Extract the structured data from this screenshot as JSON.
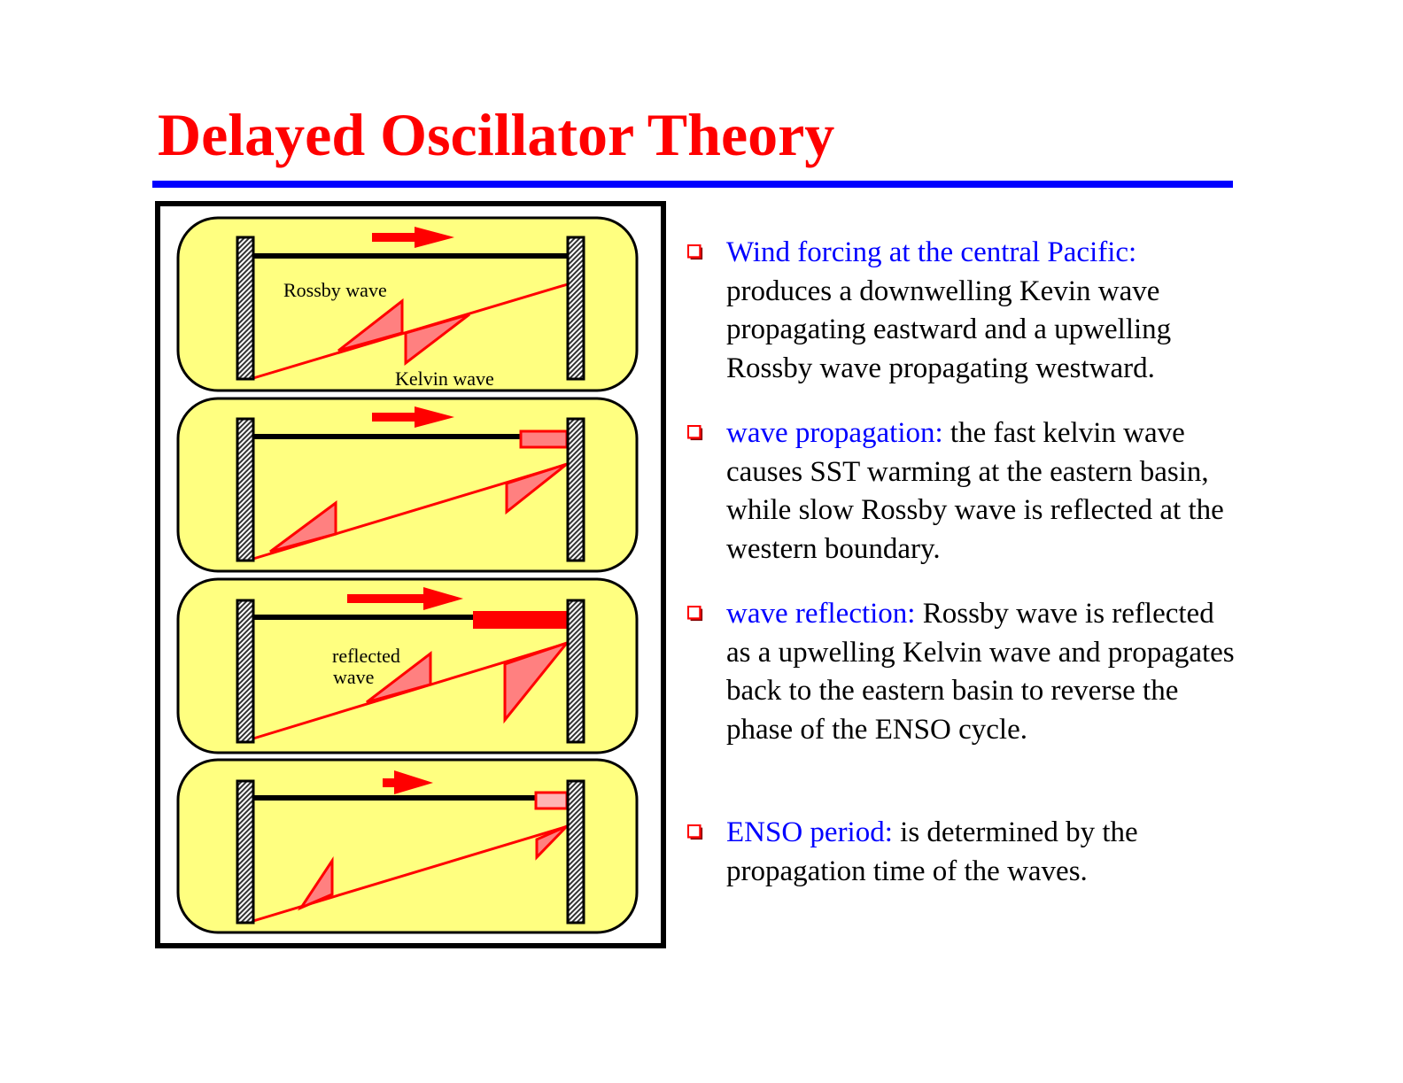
{
  "title": "Delayed Oscillator Theory",
  "diagram": {
    "labels": {
      "rossby": "Rossby wave",
      "kelvin": "Kelvin wave",
      "reflected_1": "reflected",
      "reflected_2": "wave"
    }
  },
  "bullets": [
    {
      "keyword": "Wind forcing at the central Pacific:",
      "text": "produces a downwelling Kevin wave propagating eastward and a upwelling Rossby wave propagating westward."
    },
    {
      "keyword": "wave propagation:",
      "text": " the fast kelvin wave causes SST warming at the eastern basin, while slow Rossby wave is reflected at the western boundary."
    },
    {
      "keyword": "wave reflection:",
      "text": " Rossby wave is reflected as a upwelling Kelvin wave and propagates back to the eastern basin to reverse the phase of the ENSO cycle."
    },
    {
      "keyword": "ENSO period:",
      "text": " is determined by the propagation time of the waves."
    }
  ],
  "colors": {
    "title": "#ff0000",
    "rule": "#0000ff",
    "keyword": "#0000ff",
    "panel": "#ffff80",
    "wave": "#ff0000",
    "wave_fill": "#ff8080"
  }
}
